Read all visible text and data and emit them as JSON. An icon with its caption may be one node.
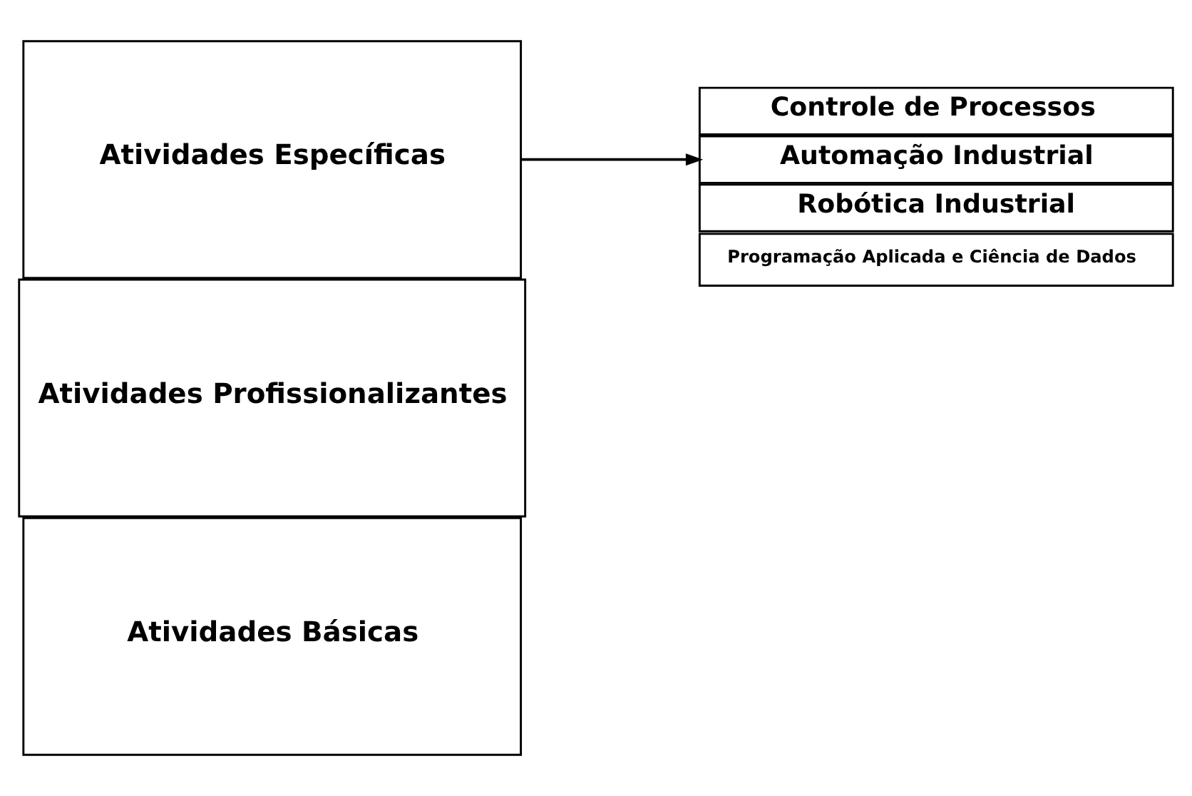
{
  "diagram": {
    "nodes": [
      {
        "text": [
          "Atividades Específicas"
        ]
      },
      {
        "text": [
          "Atividades Profissionalizantes"
        ]
      },
      {
        "text": [
          "Atividades Básicas"
        ]
      },
      {
        "text": [
          "Controle de Processos"
        ]
      },
      {
        "text": [
          "Automação Industrial"
        ]
      },
      {
        "text": [
          "Robótica Industrial"
        ]
      },
      {
        "text": [
          "Programação Aplicada e Ciência de Dados"
        ]
      }
    ],
    "edges": [
      {
        "from": 0,
        "to": 4,
        "arrow": "to"
      }
    ]
  }
}
